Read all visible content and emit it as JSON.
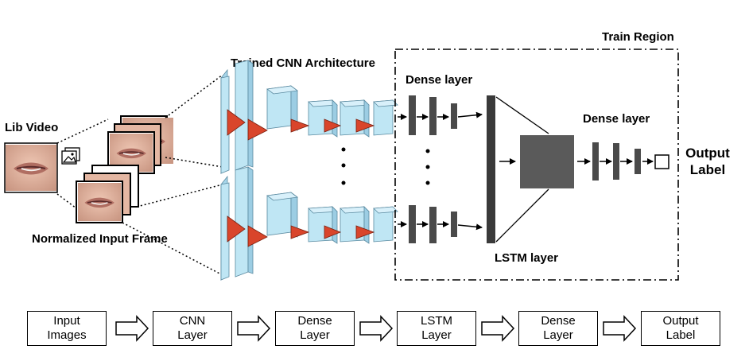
{
  "labels": {
    "lib_video": "Lib Video",
    "normalized_input_frame": "Normalized Input Frame",
    "trained_cnn": "Trained CNN Architecture",
    "dense_layer_1": "Dense layer",
    "dense_layer_2": "Dense layer",
    "lstm_layer": "LSTM layer",
    "train_region": "Train Region",
    "output_label": "Output\nLabel"
  },
  "flow": [
    {
      "label": "Input\nImages"
    },
    {
      "label": "CNN\nLayer"
    },
    {
      "label": "Dense\nLayer"
    },
    {
      "label": "LSTM\nLayer"
    },
    {
      "label": "Dense\nLayer"
    },
    {
      "label": "Output\nLabel"
    }
  ],
  "colors": {
    "cnn_block": "#bfe6f4",
    "cnn_kernel": "#d9452b",
    "dense_bar": "#4a4a4a",
    "lstm_box": "#5a5a5a",
    "lip_skin": "#e4b7a3"
  }
}
